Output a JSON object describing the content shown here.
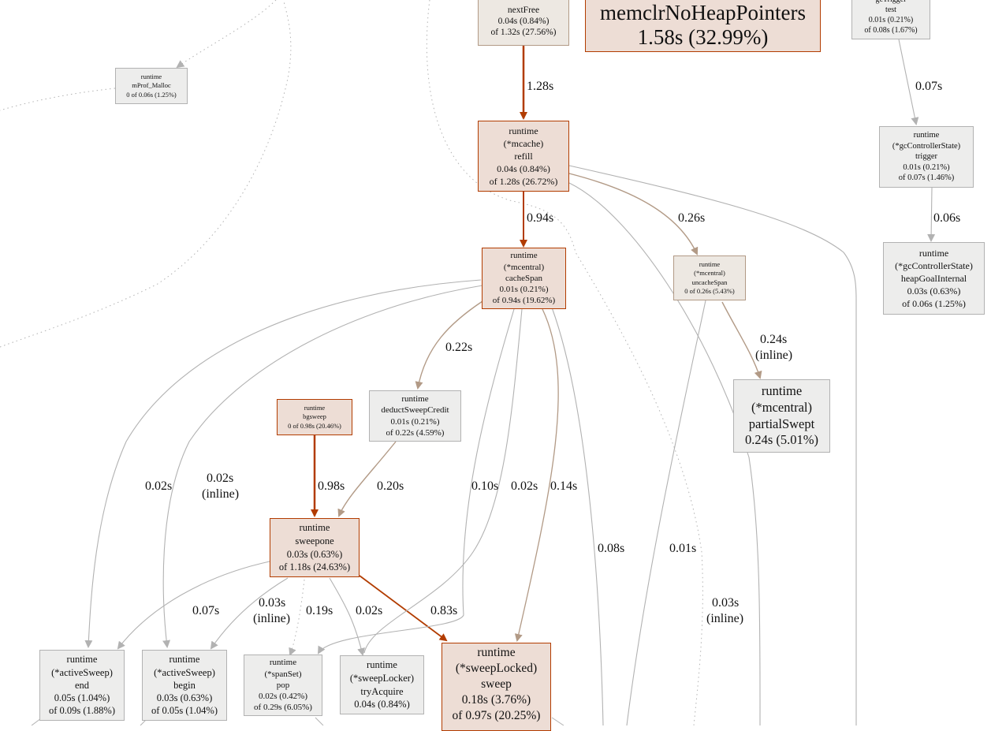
{
  "nodes": {
    "nextFree": {
      "lines": [
        "nextFree",
        "0.04s (0.84%)",
        "of 1.32s (27.56%)"
      ]
    },
    "memclr": {
      "lines": [
        "memclrNoHeapPointers",
        "1.58s (32.99%)"
      ]
    },
    "gcTriggerTest": {
      "lines": [
        "gcTrigger",
        "test",
        "0.01s (0.21%)",
        "of 0.08s (1.67%)"
      ]
    },
    "mProfMalloc": {
      "lines": [
        "runtime",
        "mProf_Malloc",
        "0 of 0.06s (1.25%)"
      ]
    },
    "mcacheRefill": {
      "lines": [
        "runtime",
        "(*mcache)",
        "refill",
        "0.04s (0.84%)",
        "of 1.28s (26.72%)"
      ]
    },
    "gcCtrlTrigger": {
      "lines": [
        "runtime",
        "(*gcControllerState)",
        "trigger",
        "0.01s (0.21%)",
        "of 0.07s (1.46%)"
      ]
    },
    "mcentralCacheSpan": {
      "lines": [
        "runtime",
        "(*mcentral)",
        "cacheSpan",
        "0.01s (0.21%)",
        "of 0.94s (19.62%)"
      ]
    },
    "mcentralUncacheSpan": {
      "lines": [
        "runtime",
        "(*mcentral)",
        "uncacheSpan",
        "0 of 0.26s (5.43%)"
      ]
    },
    "heapGoalInternal": {
      "lines": [
        "runtime",
        "(*gcControllerState)",
        "heapGoalInternal",
        "0.03s (0.63%)",
        "of 0.06s (1.25%)"
      ]
    },
    "bgsweep": {
      "lines": [
        "runtime",
        "bgsweep",
        "0 of 0.98s (20.46%)"
      ]
    },
    "deductSweepCredit": {
      "lines": [
        "runtime",
        "deductSweepCredit",
        "0.01s (0.21%)",
        "of 0.22s (4.59%)"
      ]
    },
    "partialSwept": {
      "lines": [
        "runtime",
        "(*mcentral)",
        "partialSwept",
        "0.24s (5.01%)"
      ]
    },
    "sweepone": {
      "lines": [
        "runtime",
        "sweepone",
        "0.03s (0.63%)",
        "of 1.18s (24.63%)"
      ]
    },
    "activeSweepEnd": {
      "lines": [
        "runtime",
        "(*activeSweep)",
        "end",
        "0.05s (1.04%)",
        "of 0.09s (1.88%)"
      ]
    },
    "activeSweepBegin": {
      "lines": [
        "runtime",
        "(*activeSweep)",
        "begin",
        "0.03s (0.63%)",
        "of 0.05s (1.04%)"
      ]
    },
    "spanSetPop": {
      "lines": [
        "runtime",
        "(*spanSet)",
        "pop",
        "0.02s (0.42%)",
        "of 0.29s (6.05%)"
      ]
    },
    "sweepLockerTryAcquire": {
      "lines": [
        "runtime",
        "(*sweepLocker)",
        "tryAcquire",
        "0.04s (0.84%)"
      ]
    },
    "sweepLockedSweep": {
      "lines": [
        "runtime",
        "(*sweepLocked)",
        "sweep",
        "0.18s (3.76%)",
        "of 0.97s (20.25%)"
      ]
    }
  },
  "edge_labels": {
    "nextFree_refill": "1.28s",
    "gcTrigger_ctrl": "0.07s",
    "ctrl_heapGoal": "0.06s",
    "refill_cacheSpan": "0.94s",
    "refill_uncache": "0.26s",
    "uncache_partialSwept": "0.24s",
    "uncache_partialSwept_inline": "(inline)",
    "cacheSpan_deduct": "0.22s",
    "cacheSpan_end": "0.02s",
    "cacheSpan_begin": "0.02s",
    "cacheSpan_begin_inline": "(inline)",
    "bgsweep_sweepone": "0.98s",
    "deduct_sweepone": "0.20s",
    "cacheSpan_pop": "0.10s",
    "cacheSpan_tryAcquire": "0.02s",
    "cacheSpan_sweep": "0.14s",
    "refill_down1": "0.08s",
    "uncache_down": "0.01s",
    "dotted_down": "0.03s",
    "dotted_down_inline": "(inline)",
    "sweepone_end": "0.07s",
    "sweepone_begin": "0.03s",
    "sweepone_begin_inline": "(inline)",
    "sweepone_pop": "0.19s",
    "sweepone_tryAcquire": "0.02s",
    "sweepone_sweep": "0.83s"
  },
  "colors": {
    "hot_edge": "#b23c00",
    "warm_edge": "#b29a86",
    "cold_edge": "#b2b2b2",
    "hot_fill": "#edddd5",
    "cold_fill": "#ededec"
  }
}
